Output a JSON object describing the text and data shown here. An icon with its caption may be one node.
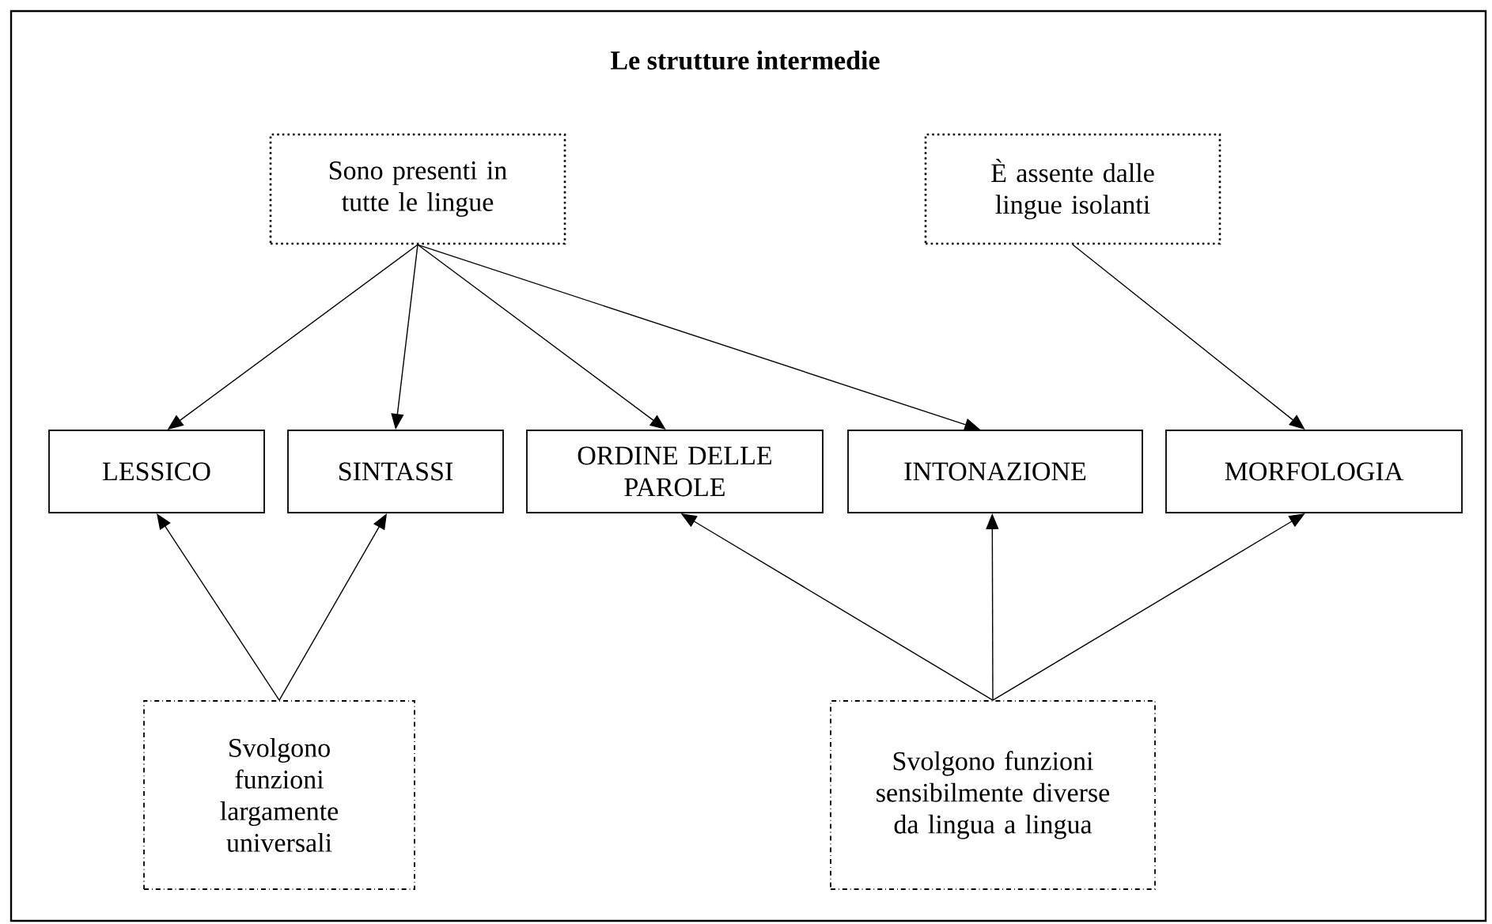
{
  "diagram": {
    "title": "Le strutture intermedie",
    "nodes": [
      {
        "text": [
          "Sono presenti in tutte le lingue"
        ]
      },
      {
        "text": [
          "È assente dalle lingue isolanti"
        ]
      },
      {
        "text": [
          "LESSICO"
        ]
      },
      {
        "text": [
          "SINTASSI"
        ]
      },
      {
        "text": [
          "ORDINE DELLE PAROLE"
        ]
      },
      {
        "text": [
          "INTONAZIONE"
        ]
      },
      {
        "text": [
          "MORFOLOGIA"
        ]
      },
      {
        "text": [
          "Svolgono funzioni largamente universali"
        ]
      },
      {
        "text": [
          "Svolgono funzioni sensibilmente diverse da lingua a lingua"
        ]
      }
    ],
    "edges": [
      {
        "from": 0,
        "to": 2,
        "arrow": "to"
      },
      {
        "from": 0,
        "to": 3,
        "arrow": "to"
      },
      {
        "from": 0,
        "to": 4,
        "arrow": "to"
      },
      {
        "from": 0,
        "to": 5,
        "arrow": "to"
      },
      {
        "from": 1,
        "to": 6,
        "arrow": "to"
      },
      {
        "from": 7,
        "to": 2,
        "arrow": "to"
      },
      {
        "from": 7,
        "to": 3,
        "arrow": "to"
      },
      {
        "from": 8,
        "to": 4,
        "arrow": "to"
      },
      {
        "from": 8,
        "to": 5,
        "arrow": "to"
      },
      {
        "from": 8,
        "to": 6,
        "arrow": "to"
      }
    ]
  }
}
